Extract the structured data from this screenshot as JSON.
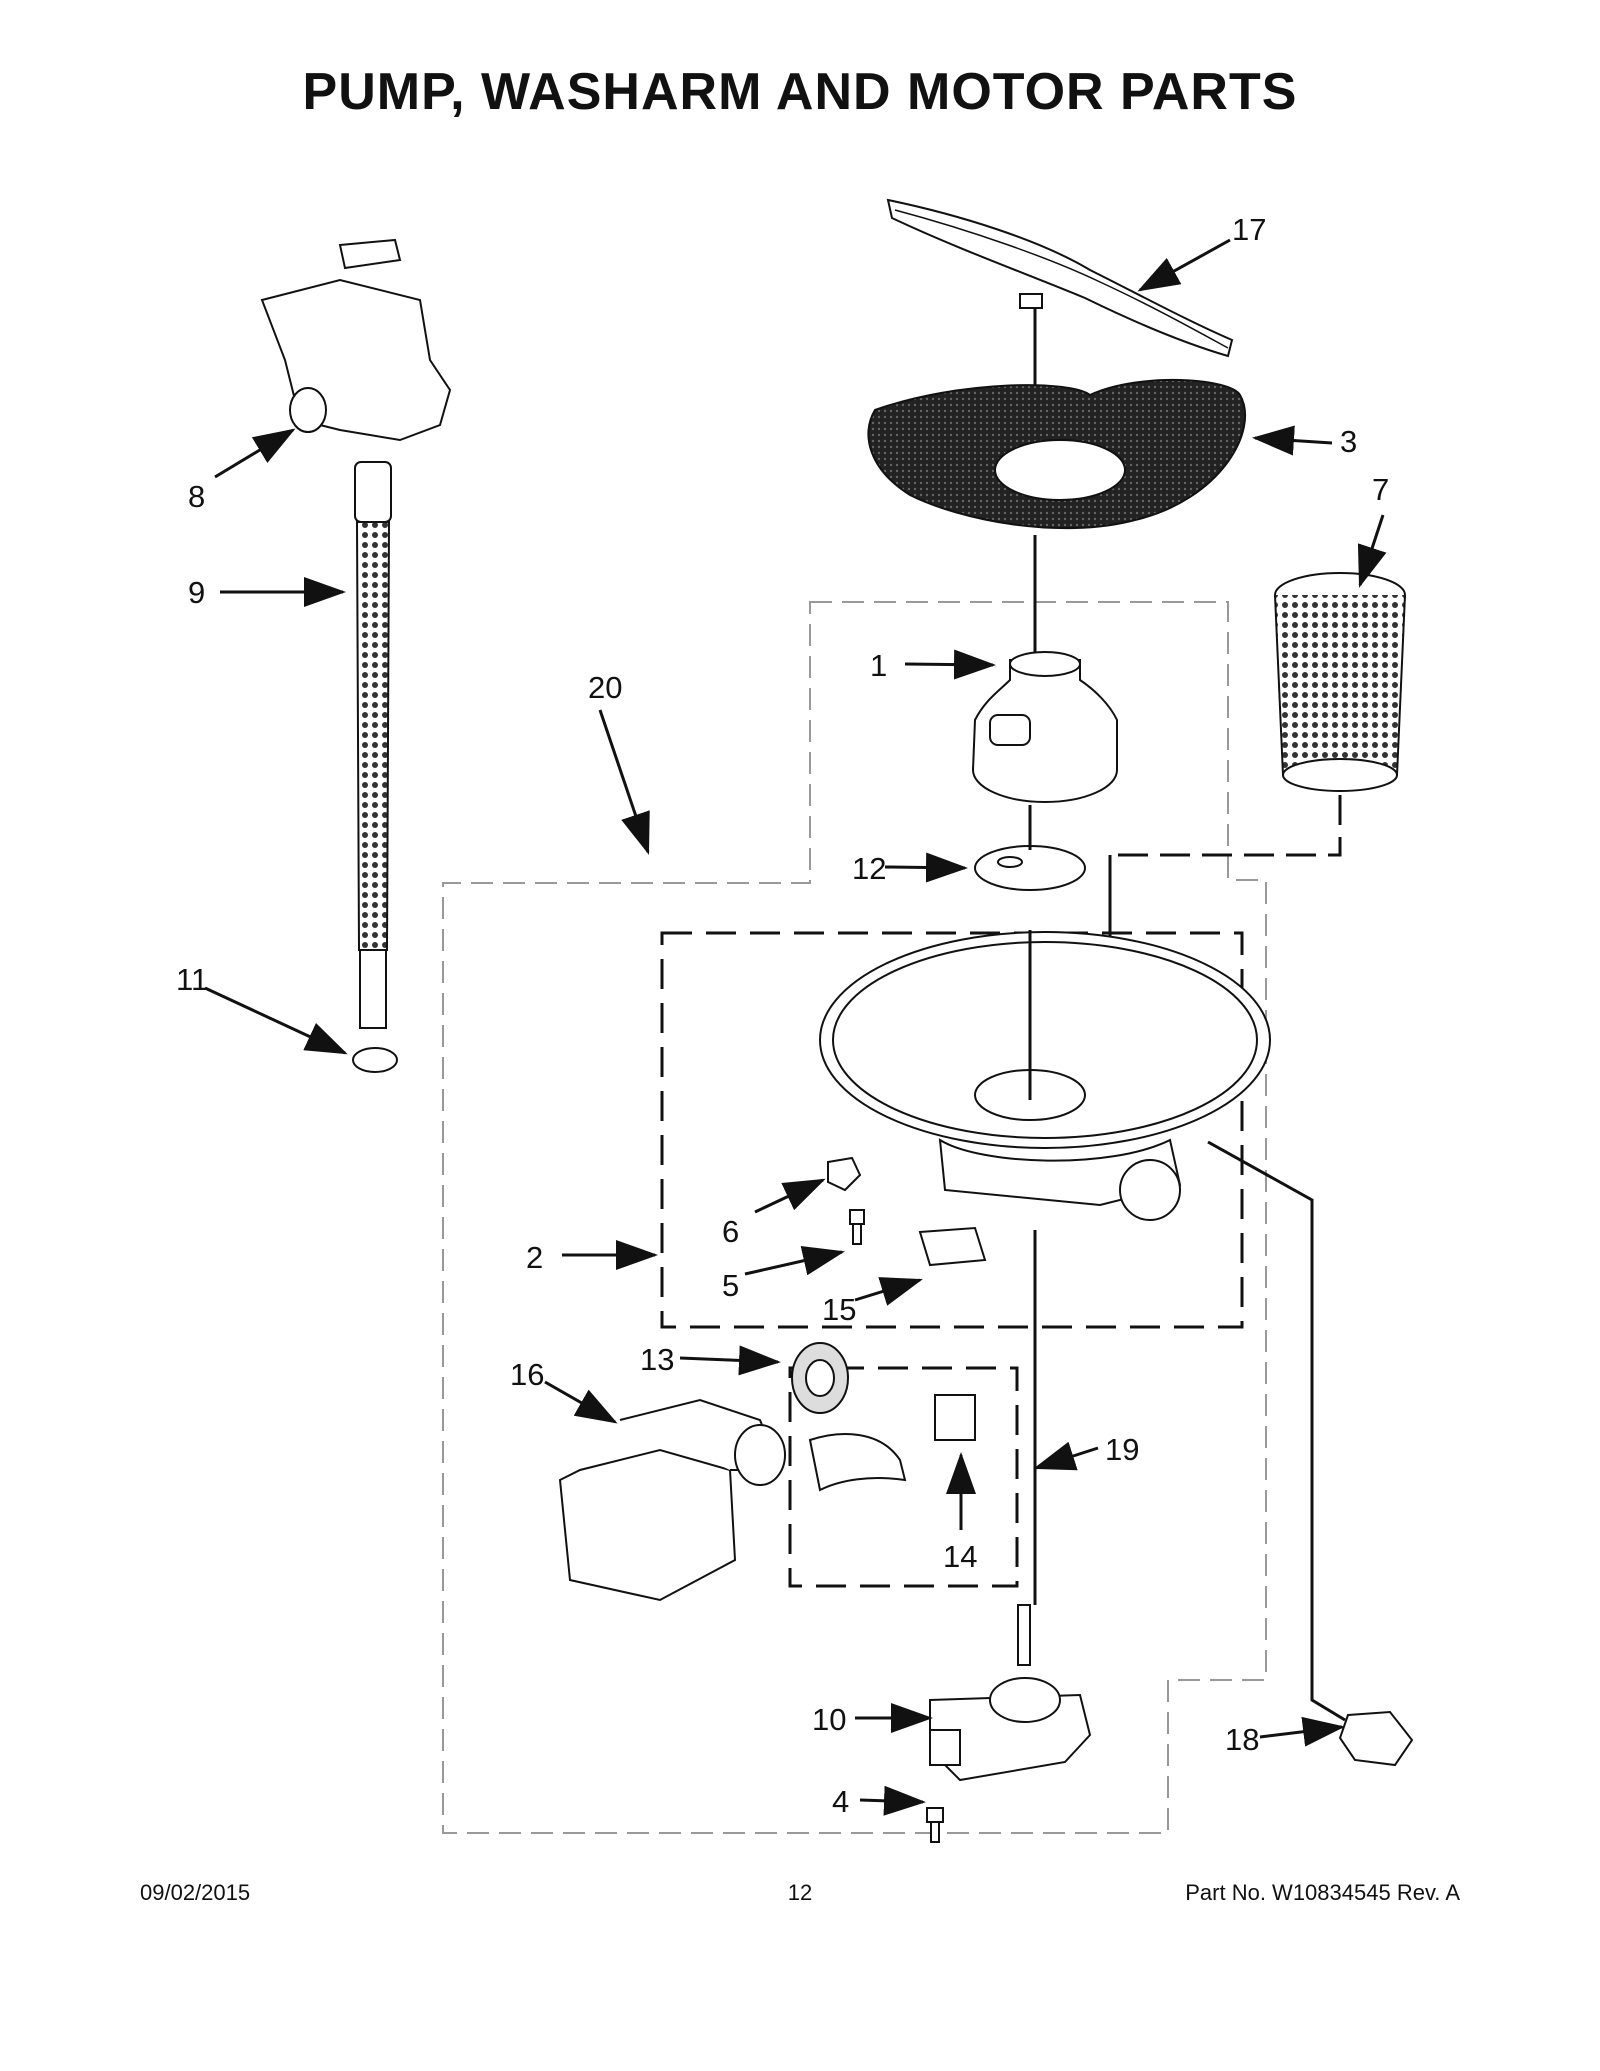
{
  "title": "PUMP, WASHARM AND MOTOR PARTS",
  "callouts": {
    "c1": "1",
    "c2": "2",
    "c3": "3",
    "c4": "4",
    "c5": "5",
    "c6": "6",
    "c7": "7",
    "c8": "8",
    "c9": "9",
    "c10": "10",
    "c11": "11",
    "c12": "12",
    "c13": "13",
    "c14": "14",
    "c15": "15",
    "c16": "16",
    "c17": "17",
    "c18": "18",
    "c19": "19",
    "c20": "20"
  },
  "footer": {
    "date": "09/02/2015",
    "page": "12",
    "part": "Part No.  W10834545   Rev.  A"
  }
}
